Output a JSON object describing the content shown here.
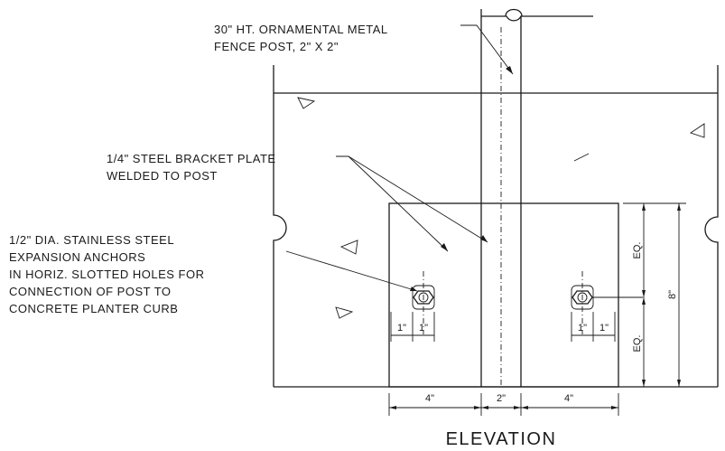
{
  "labels": {
    "fence_post_line1": "30\" HT. ORNAMENTAL METAL",
    "fence_post_line2": "FENCE POST, 2\" X 2\"",
    "bracket_line1": "1/4\" STEEL BRACKET PLATE",
    "bracket_line2": "WELDED TO POST",
    "anchor_line1": "1/2\" DIA. STAINLESS STEEL",
    "anchor_line2": "EXPANSION ANCHORS",
    "anchor_line3": "IN HORIZ. SLOTTED HOLES FOR",
    "anchor_line4": "CONNECTION OF POST TO",
    "anchor_line5": "CONCRETE PLANTER CURB"
  },
  "dimensions": {
    "left_plate": "4\"",
    "post_width": "2\"",
    "right_plate": "4\"",
    "bolt_left_a": "1\"",
    "bolt_left_b": "1\"",
    "bolt_right_a": "1\"",
    "bolt_right_b": "1\"",
    "eq_top": "EQ.",
    "eq_bottom": "EQ.",
    "plate_height": "8\""
  },
  "title": "ELEVATION"
}
